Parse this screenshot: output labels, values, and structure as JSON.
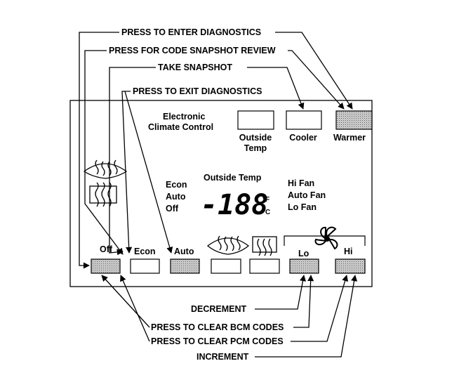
{
  "callouts": {
    "enter_diagnostics": "PRESS TO ENTER DIAGNOSTICS",
    "code_snapshot_review": "PRESS FOR CODE SNAPSHOT REVIEW",
    "take_snapshot": "TAKE SNAPSHOT",
    "exit_diagnostics": "PRESS TO EXIT DIAGNOSTICS",
    "decrement": "DECREMENT",
    "clear_bcm": "PRESS TO CLEAR BCM CODES",
    "clear_pcm": "PRESS TO CLEAR PCM CODES",
    "increment": "INCREMENT"
  },
  "panel": {
    "title_line1": "Electronic",
    "title_line2": "Climate Control",
    "outside_temp_btn_line1": "Outside",
    "outside_temp_btn_line2": "Temp",
    "cooler": "Cooler",
    "warmer": "Warmer",
    "display_heading": "Outside Temp",
    "modes": [
      "Econ",
      "Auto",
      "Off"
    ],
    "fan_modes": [
      "Hi Fan",
      "Auto Fan",
      "Lo Fan"
    ],
    "temp_reading": "-188",
    "unit_f": "°F",
    "unit_c": "°C",
    "buttons": {
      "off": "Off",
      "econ": "Econ",
      "auto": "Auto",
      "lo": "Lo",
      "hi": "Hi"
    }
  },
  "icons": [
    "windshield-defrost-icon",
    "rear-defrost-icon",
    "fan-icon"
  ]
}
